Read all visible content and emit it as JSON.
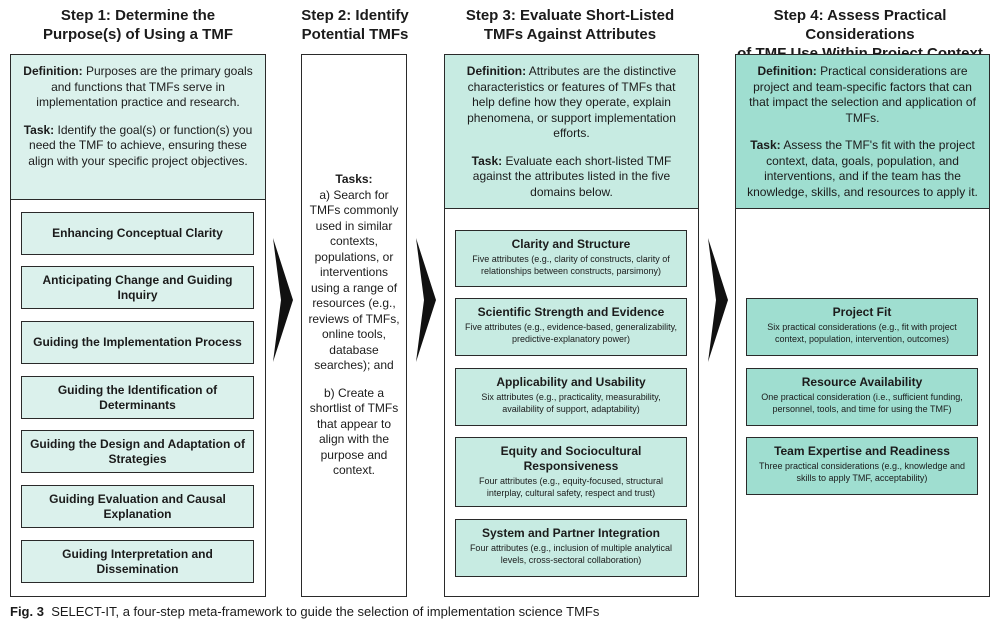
{
  "steps": [
    {
      "heading": [
        "Step 1: Determine the",
        "Purpose(s) of Using a TMF"
      ],
      "definition_label": "Definition:",
      "definition_text": "Purposes are the primary goals and functions that TMFs serve in implementation practice and research.",
      "task_label": "Task:",
      "task_text": "Identify the goal(s) or function(s) you need the TMF to achieve, ensuring these align with your specific project objectives.",
      "purposes": [
        "Enhancing Conceptual Clarity",
        "Anticipating Change and Guiding Inquiry",
        "Guiding the Implementation Process",
        "Guiding the Identification of Determinants",
        "Guiding the Design and Adaptation of Strategies",
        "Guiding Evaluation and Causal Explanation",
        "Guiding Interpretation and Dissemination"
      ]
    },
    {
      "heading": [
        "Step 2: Identify",
        "Potential TMFs"
      ],
      "tasks_label": "Tasks:",
      "task_a": "a) Search for TMFs commonly used in similar contexts, populations, or interventions using a range of resources (e.g., reviews of TMFs, online tools, database searches); and",
      "task_b": "b) Create a shortlist of TMFs that appear to align with the purpose and context."
    },
    {
      "heading": [
        "Step 3: Evaluate Short-Listed",
        "TMFs Against Attributes"
      ],
      "definition_label": "Definition:",
      "definition_text": "Attributes are the distinctive characteristics or features of TMFs that help define how they operate, explain phenomena, or support implementation efforts.",
      "task_label": "Task:",
      "task_text": "Evaluate each short-listed TMF against the attributes listed in the five domains below.",
      "domains": [
        {
          "title": "Clarity and Structure",
          "desc": "Five attributes (e.g., clarity of constructs, clarity of relationships between constructs, parsimony)"
        },
        {
          "title": "Scientific Strength and Evidence",
          "desc": "Five attributes (e.g., evidence-based, generalizability, predictive-explanatory power)"
        },
        {
          "title": "Applicability and Usability",
          "desc": "Six attributes (e.g., practicality, measurability, availability of support, adaptability)"
        },
        {
          "title": "Equity and Sociocultural Responsiveness",
          "desc": "Four attributes (e.g., equity-focused, structural interplay, cultural safety, respect and trust)"
        },
        {
          "title": "System and Partner Integration",
          "desc": "Four attributes (e.g., inclusion of multiple analytical levels, cross-sectoral collaboration)"
        }
      ]
    },
    {
      "heading": [
        "Step 4: Assess Practical Considerations",
        "of TMF Use Within Project Context"
      ],
      "definition_label": "Definition:",
      "definition_text": "Practical considerations are project and team-specific factors that can that impact the selection and application of TMFs.",
      "task_label": "Task:",
      "task_text": "Assess the TMF's fit with the project context, data, goals, population, and interventions, and if the team has the knowledge, skills, and resources to apply it.",
      "considerations": [
        {
          "title": "Project Fit",
          "desc": "Six practical considerations (e.g., fit with project context, population, intervention, outcomes)"
        },
        {
          "title": "Resource Availability",
          "desc": "One practical consideration (i.e., sufficient funding, personnel, tools, and time for using the TMF)"
        },
        {
          "title": "Team Expertise and Readiness",
          "desc": "Three practical considerations (e.g., knowledge and skills to apply TMF, acceptability)"
        }
      ]
    }
  ],
  "caption": {
    "label": "Fig. 3",
    "text": "SELECT-IT, a four-step meta-framework to guide the selection of implementation science TMFs"
  },
  "colors": {
    "step1_def_bg": "#dbf1ec",
    "step3_def_bg": "#c7ebe2",
    "step4_def_bg": "#9fded0",
    "border": "#2a2a2a",
    "arrow": "#111111"
  }
}
